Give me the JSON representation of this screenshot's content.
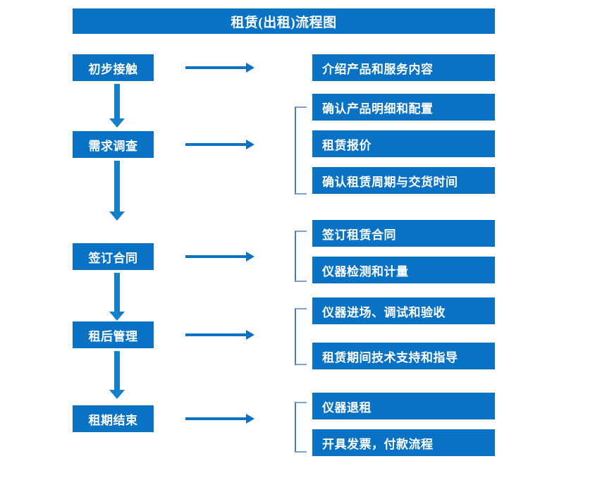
{
  "title": "租赁(出租)流程图",
  "colors": {
    "box_blue": "#0a72c4",
    "arrow_blue": "#1380c8",
    "bracket_blue": "#4a7ebb",
    "text_white": "#ffffff",
    "background": "#ffffff"
  },
  "stages": [
    {
      "id": "initial-contact",
      "label": "初步接触",
      "details": [
        "介绍产品和服务内容"
      ],
      "bracketed": false
    },
    {
      "id": "demand-survey",
      "label": "需求调查",
      "details": [
        "确认产品明细和配置",
        "租赁报价",
        "确认租赁周期与交货时间"
      ],
      "bracketed": true
    },
    {
      "id": "sign-contract",
      "label": "签订合同",
      "details": [
        "签订租赁合同",
        "仪器检测和计量"
      ],
      "bracketed": true
    },
    {
      "id": "post-rental-management",
      "label": "租后管理",
      "details": [
        "仪器进场、调试和验收",
        "租赁期间技术支持和指导"
      ],
      "bracketed": true
    },
    {
      "id": "lease-end",
      "label": "租期结束",
      "details": [
        "仪器退租",
        "开具发票，付款流程"
      ],
      "bracketed": true
    }
  ]
}
